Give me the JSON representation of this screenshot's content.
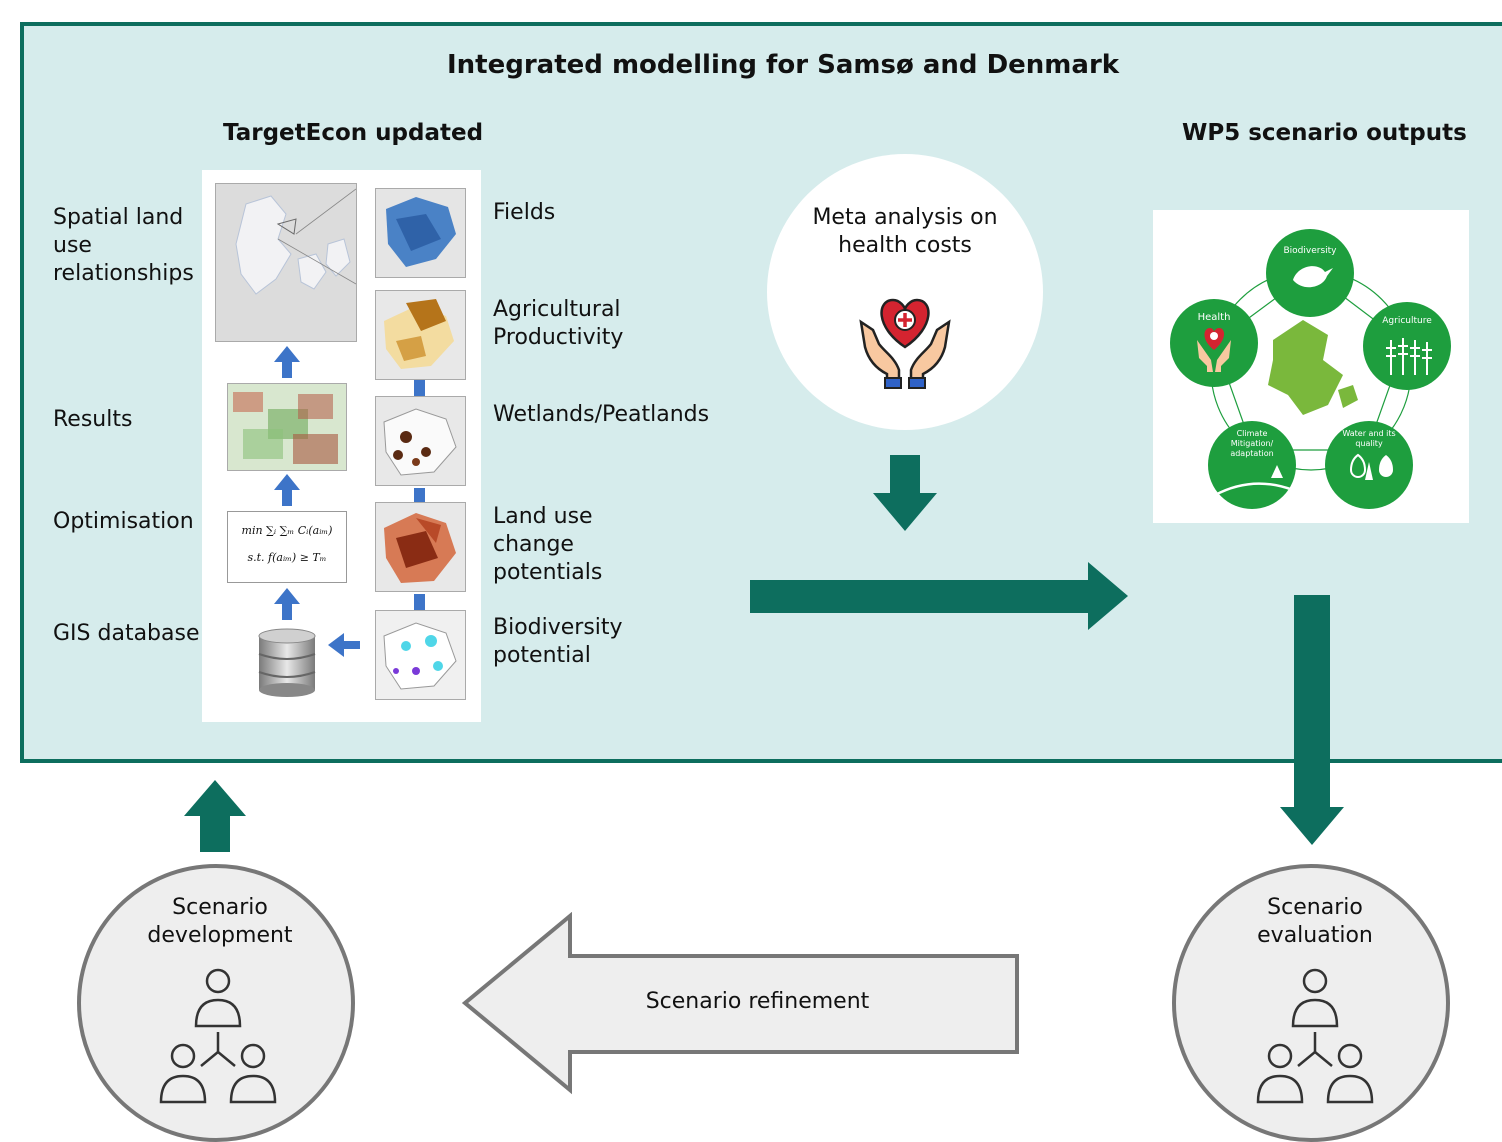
{
  "diagram": {
    "title": "Integrated modelling for Samsø and Denmark",
    "targetecon": {
      "title": "TargetEcon updated",
      "left_labels": {
        "spatial": "Spatial land use relationships",
        "results": "Results",
        "optimisation": "Optimisation",
        "gis": "GIS database"
      },
      "formula": {
        "line1": "min ∑ᵢ ∑ₘ Cᵢ(aᵢₘ)",
        "line2": "s.t. f(aᵢₘ) ≥ Tₘ"
      },
      "layers": [
        "Fields",
        "Agricultural Productivity",
        "Wetlands/Peatlands",
        "Land use change potentials",
        "Biodiversity potential"
      ]
    },
    "health": {
      "label": "Meta analysis on health costs"
    },
    "wp5": {
      "title": "WP5 scenario outputs",
      "nodes": {
        "biodiversity": "Biodiversity",
        "agriculture": "Agriculture",
        "water": "Water and its quality",
        "climate": "Climate Mitigation/ adaptation",
        "health": "Health"
      }
    },
    "scenario_development": "Scenario development",
    "scenario_evaluation": "Scenario evaluation",
    "scenario_refinement": "Scenario refinement",
    "colors": {
      "teal": "#0d6e5e",
      "panel": "#d6ecec",
      "blue_arrow": "#3d74c8",
      "green": "#1e9e3e",
      "red": "#d42430"
    }
  }
}
